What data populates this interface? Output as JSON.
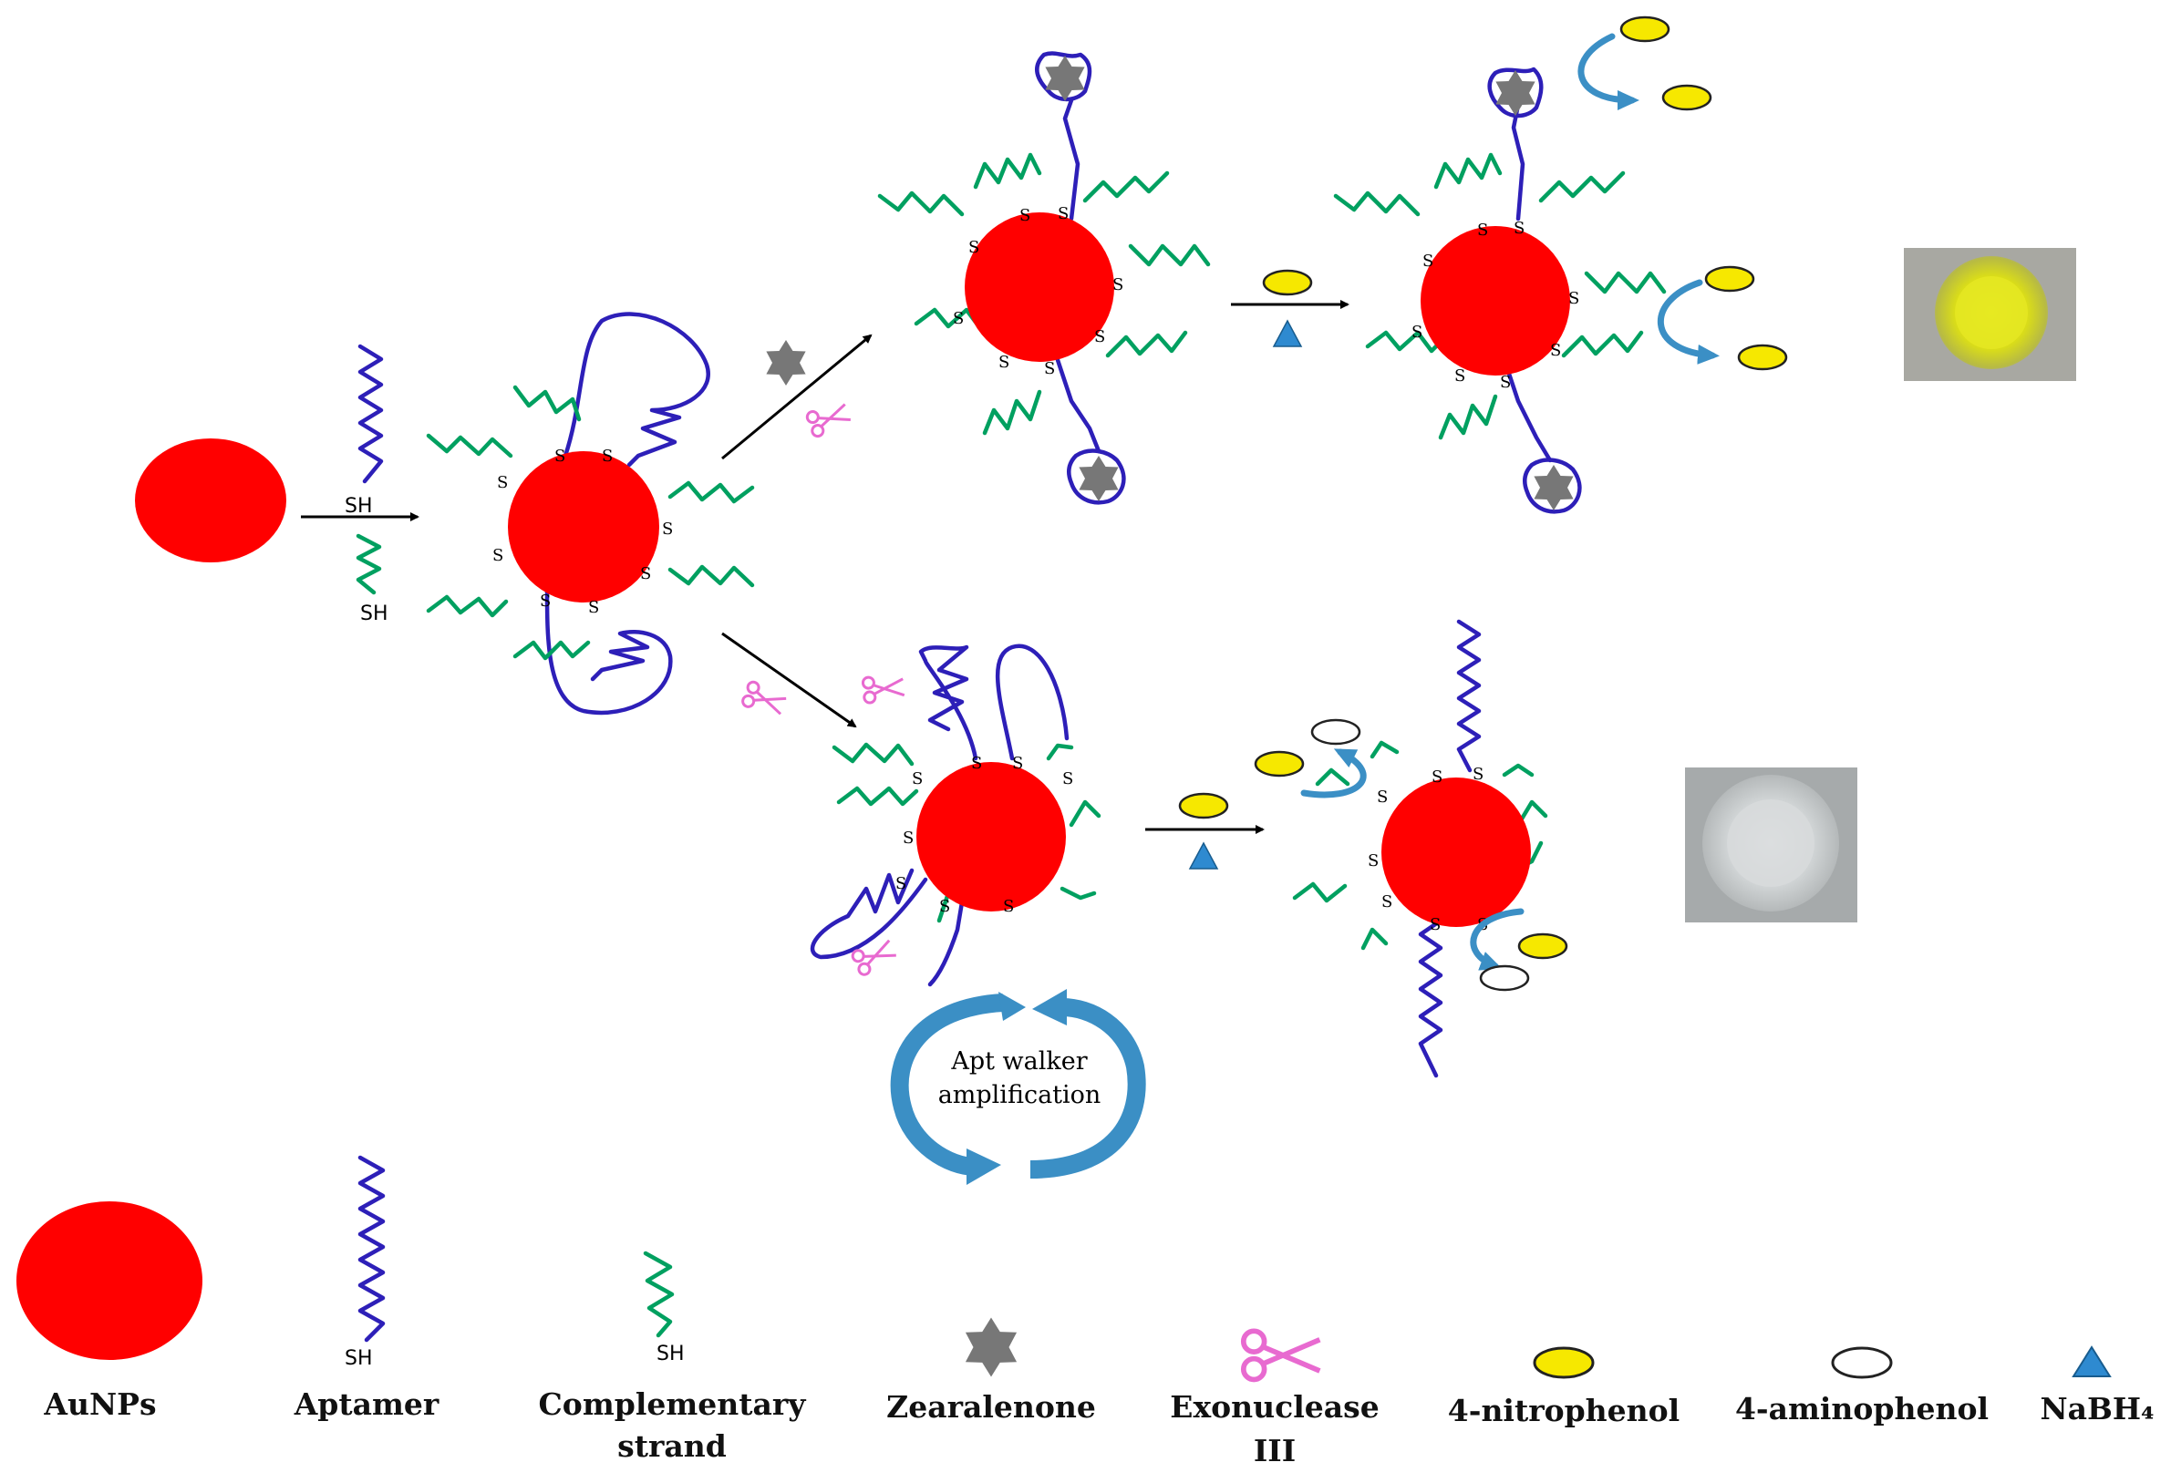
{
  "diagram": {
    "labels": {
      "sh": "SH",
      "s": "S",
      "cycle_line1": "Apt walker",
      "cycle_line2": "amplification"
    },
    "legend": {
      "aunps": "AuNPs",
      "aptamer": "Aptamer",
      "complementary_line1": "Complementary",
      "complementary_line2": "strand",
      "zearalenone": "Zearalenone",
      "exonuclease_line1": "Exonuclease",
      "exonuclease_line2": "III",
      "nitrophenol": "4-nitrophenol",
      "aminophenol": "4-aminophenol",
      "nabh4": "NaBH₄"
    },
    "colors": {
      "nanoparticle": "#ff0000",
      "aptamer": "#2d1fb8",
      "complementary": "#00a060",
      "zearalenone": "#777777",
      "scissors": "#e86ad0",
      "nitrophenol": "#f6e800",
      "nabh4": "#2e8ad0",
      "cycle": "#3b8fc5"
    },
    "icons": [
      "scissors-icon",
      "star-icon",
      "triangle-icon",
      "circular-arrows-icon",
      "well-photo"
    ]
  }
}
